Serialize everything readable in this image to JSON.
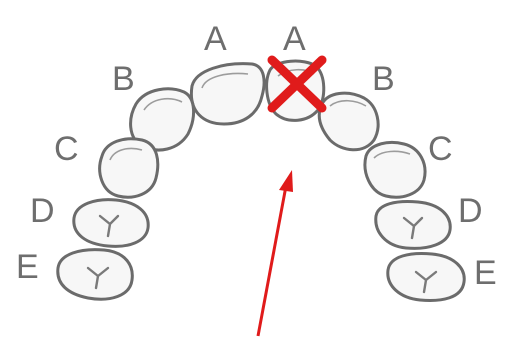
{
  "labels": {
    "upper_left_a": "A",
    "upper_right_a": "A",
    "left_b": "B",
    "right_b": "B",
    "left_c": "C",
    "right_c": "C",
    "left_d": "D",
    "right_d": "D",
    "left_e": "E",
    "right_e": "E"
  },
  "colors": {
    "outline": "#6b6b6b",
    "tooth_fill": "#f7f7f7",
    "letter": "#6e6e6e",
    "accent": "#e01b1b"
  },
  "icons": {
    "marked_tooth": "red-x-icon",
    "pointer": "red-arrow-icon"
  }
}
